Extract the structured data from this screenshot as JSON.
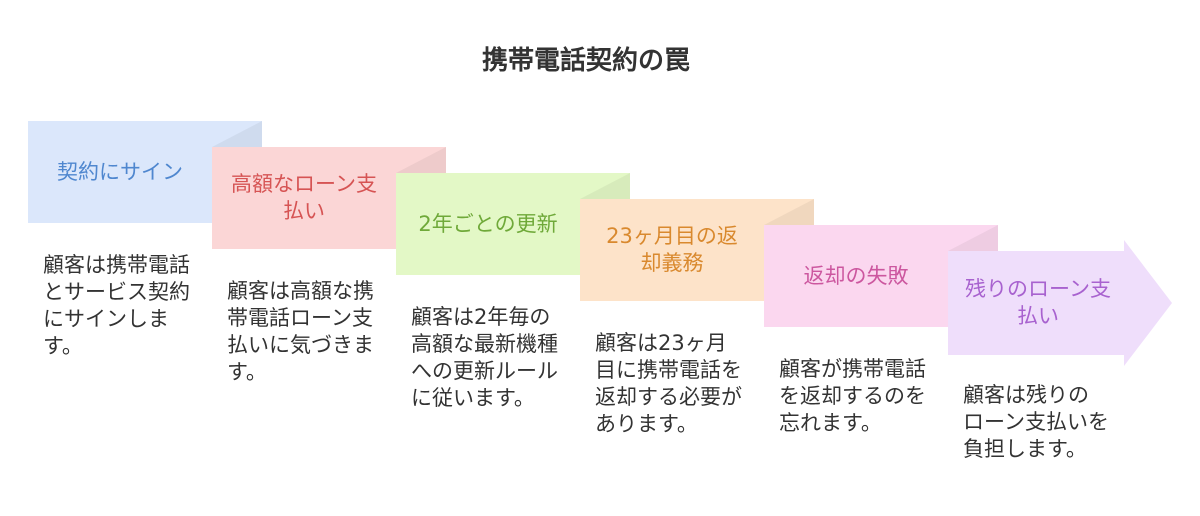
{
  "title": "携帯電話契約の罠",
  "steps": [
    {
      "title_lines": [
        "契約にサイン"
      ],
      "description_lines": [
        "顧客は携帯電話",
        "とサービス契約",
        "にサインしま",
        "す。"
      ],
      "fill": "#dbe7fb",
      "accent": "#4f87cf"
    },
    {
      "title_lines": [
        "高額なローン支",
        "払い"
      ],
      "description_lines": [
        "顧客は高額な携",
        "帯電話ローン支",
        "払いに気づきま",
        "す。"
      ],
      "fill": "#fbd6d6",
      "accent": "#d65454"
    },
    {
      "title_lines": [
        "2年ごとの更新"
      ],
      "description_lines": [
        "顧客は2年毎の",
        "高額な最新機種",
        "への更新ルール",
        "に従います。"
      ],
      "fill": "#e3f8c6",
      "accent": "#6fa939"
    },
    {
      "title_lines": [
        "23ヶ月目の返",
        "却義務"
      ],
      "description_lines": [
        "顧客は23ヶ月",
        "目に携帯電話を",
        "返却する必要が",
        "あります。"
      ],
      "fill": "#fde3c9",
      "accent": "#d9892e"
    },
    {
      "title_lines": [
        "返却の失敗"
      ],
      "description_lines": [
        "顧客が携帯電話",
        "を返却するのを",
        "忘れます。"
      ],
      "fill": "#fbd7ef",
      "accent": "#cc579f"
    },
    {
      "title_lines": [
        "残りのローン支",
        "払い"
      ],
      "description_lines": [
        "顧客は残りの",
        "ローン支払いを",
        "負担します。"
      ],
      "fill": "#efdefb",
      "accent": "#a862cf"
    }
  ]
}
